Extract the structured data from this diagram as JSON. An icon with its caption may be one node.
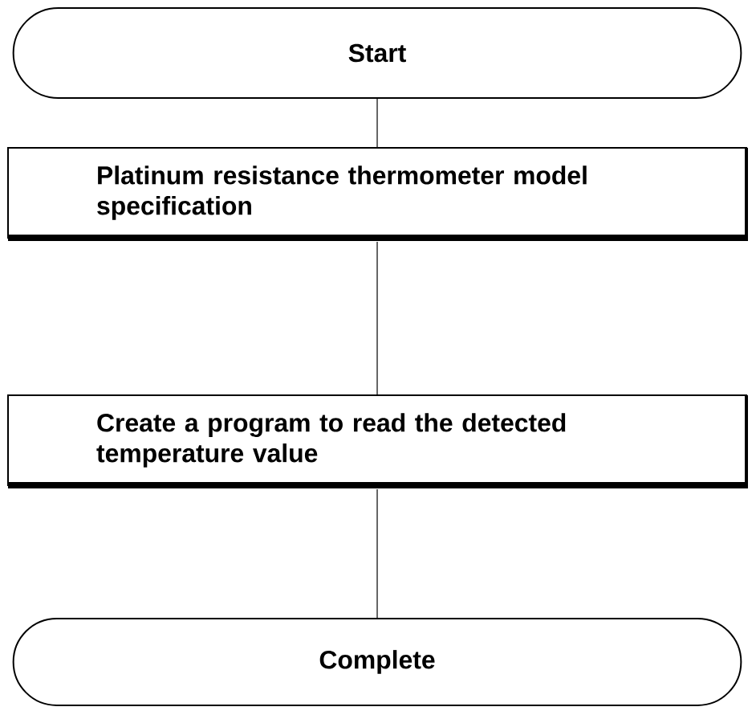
{
  "diagram": {
    "nodes": [
      {
        "text": [
          "Start"
        ]
      },
      {
        "text": [
          "Platinum resistance thermometer model specification"
        ]
      },
      {
        "text": [
          "Create a program to read the detected temperature value"
        ]
      },
      {
        "text": [
          "Complete"
        ]
      }
    ],
    "edges": [
      {
        "from": 0,
        "to": 1,
        "arrow": "none"
      },
      {
        "from": 1,
        "to": 2,
        "arrow": "none"
      },
      {
        "from": 2,
        "to": 3,
        "arrow": "none"
      }
    ]
  }
}
